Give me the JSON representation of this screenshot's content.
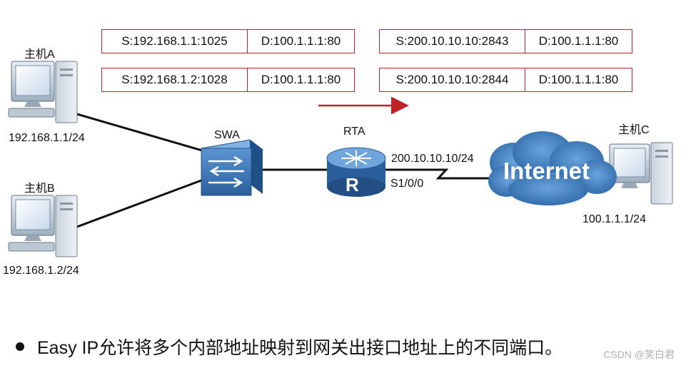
{
  "hosts": {
    "a": {
      "name": "主机A",
      "ip": "192.168.1.1/24"
    },
    "b": {
      "name": "主机B",
      "ip": "192.168.1.2/24"
    },
    "c": {
      "name": "主机C",
      "ip": "100.1.1.1/24"
    }
  },
  "switch": {
    "name": "SWA"
  },
  "router": {
    "name": "RTA",
    "wan_ip": "200.10.10.10/24",
    "interface": "S1/0/0",
    "glyph": "R"
  },
  "internet": {
    "label": "Internet"
  },
  "nat_before": [
    {
      "src": "S:192.168.1.1:1025",
      "dst": "D:100.1.1.1:80"
    },
    {
      "src": "S:192.168.1.2:1028",
      "dst": "D:100.1.1.1:80"
    }
  ],
  "nat_after": [
    {
      "src": "S:200.10.10.10:2843",
      "dst": "D:100.1.1.1:80"
    },
    {
      "src": "S:200.10.10.10:2844",
      "dst": "D:100.1.1.1:80"
    }
  ],
  "bullet": {
    "text": "Easy IP允许将多个内部地址映射到网关出接口地址上的不同端口。"
  },
  "watermark": "CSDN @笑白君",
  "colors": {
    "accent_red": "#c0222a",
    "device_blue": "#2f6fb4",
    "cloud_blue": "#3e7fc2"
  }
}
